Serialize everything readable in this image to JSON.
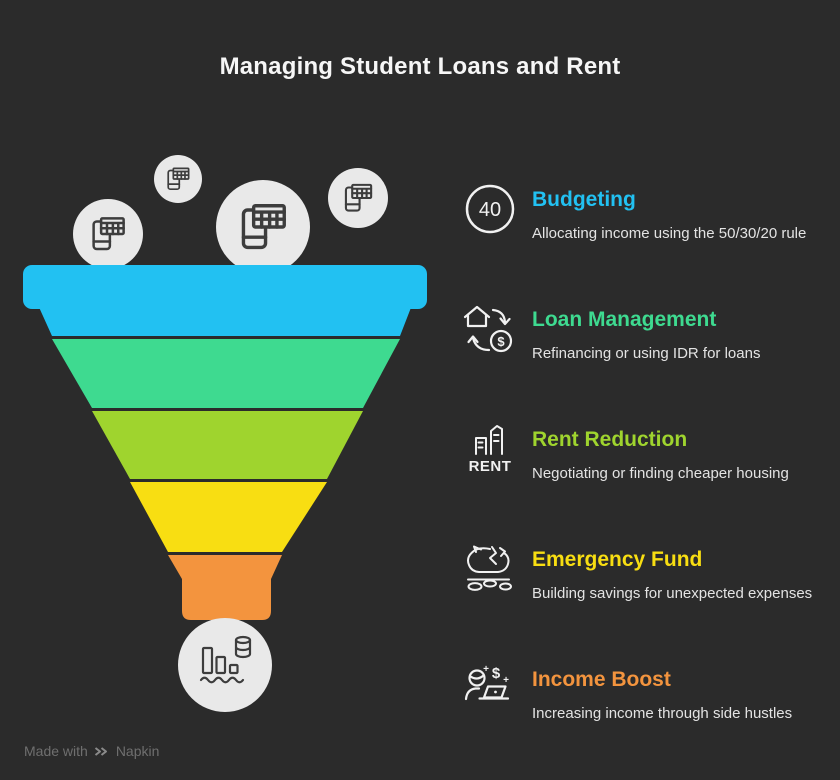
{
  "page": {
    "title": "Managing Student Loans and Rent",
    "background_color": "#2b2b2b"
  },
  "funnel": {
    "type": "funnel",
    "bubble_color": "#e9e9e9",
    "bubble_icon": "phone-spreadsheet-icon",
    "output_icon": "declining-bars-coins-icon",
    "stage_count": 5
  },
  "items": [
    {
      "icon": "badge-40-icon",
      "badge_text": "40",
      "title": "Budgeting",
      "description": "Allocating income using the 50/30/20 rule",
      "color": "#22c1f2"
    },
    {
      "icon": "house-dollar-exchange-icon",
      "title": "Loan Management",
      "description": "Refinancing or using IDR for loans",
      "color": "#3eda90"
    },
    {
      "icon": "rent-buildings-icon",
      "icon_label": "RENT",
      "title": "Rent Reduction",
      "description": "Negotiating or finding cheaper housing",
      "color": "#9fd42e"
    },
    {
      "icon": "broken-piggy-bank-icon",
      "title": "Emergency Fund",
      "description": "Building savings for unexpected expenses",
      "color": "#f8de12"
    },
    {
      "icon": "person-laptop-earnings-icon",
      "title": "Income Boost",
      "description": "Increasing income through side hustles",
      "color": "#f3943e"
    }
  ],
  "footer": {
    "made_with": "Made with",
    "brand": "Napkin"
  }
}
